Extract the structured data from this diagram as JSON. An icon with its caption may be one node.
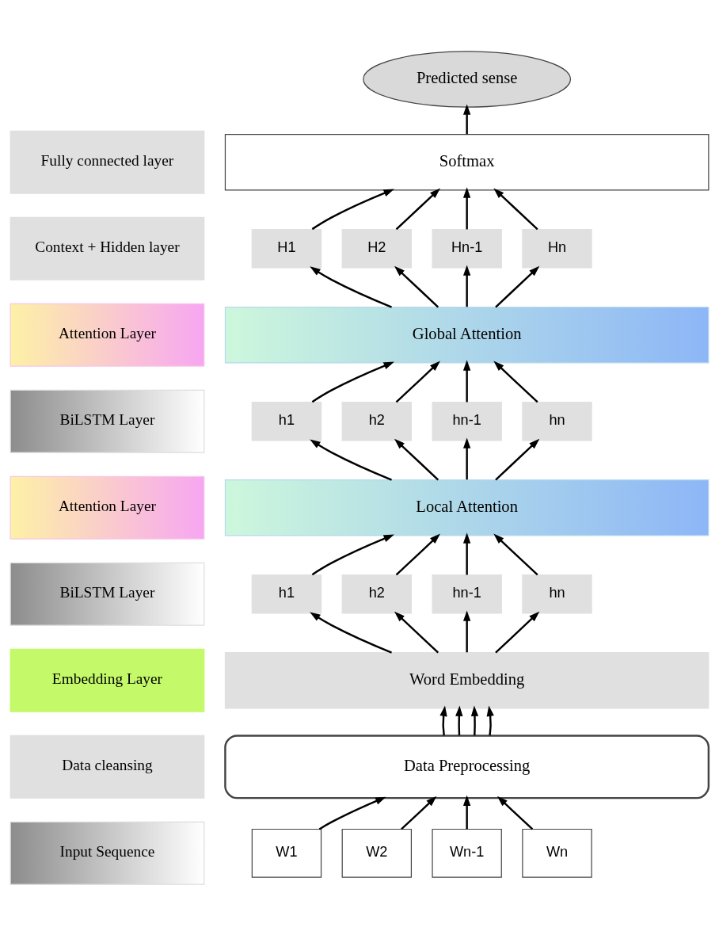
{
  "diagram": {
    "nodes": [
      {
        "text": [
          "Predicted sense"
        ]
      },
      {
        "text": [
          "Fully connected layer"
        ]
      },
      {
        "text": [
          "Softmax"
        ]
      },
      {
        "text": [
          "Context + Hidden layer"
        ]
      },
      {
        "text": [
          "H1"
        ]
      },
      {
        "text": [
          "H2"
        ]
      },
      {
        "text": [
          "Hn-1"
        ]
      },
      {
        "text": [
          "Hn"
        ]
      },
      {
        "text": [
          "Attention Layer"
        ]
      },
      {
        "text": [
          "Global Attention"
        ]
      },
      {
        "text": [
          "BiLSTM Layer"
        ]
      },
      {
        "text": [
          "h1"
        ]
      },
      {
        "text": [
          "h2"
        ]
      },
      {
        "text": [
          "hn-1"
        ]
      },
      {
        "text": [
          "hn"
        ]
      },
      {
        "text": [
          "Attention Layer"
        ]
      },
      {
        "text": [
          "Local Attention"
        ]
      },
      {
        "text": [
          "BiLSTM Layer"
        ]
      },
      {
        "text": [
          "h1"
        ]
      },
      {
        "text": [
          "h2"
        ]
      },
      {
        "text": [
          "hn-1"
        ]
      },
      {
        "text": [
          "hn"
        ]
      },
      {
        "text": [
          "Embedding Layer"
        ]
      },
      {
        "text": [
          "Word Embedding"
        ]
      },
      {
        "text": [
          "Data cleansing"
        ]
      },
      {
        "text": [
          "Data Preprocessing"
        ]
      },
      {
        "text": [
          "Input Sequence"
        ]
      },
      {
        "text": [
          "W1"
        ]
      },
      {
        "text": [
          "W2"
        ]
      },
      {
        "text": [
          "Wn-1"
        ]
      },
      {
        "text": [
          "Wn"
        ]
      }
    ],
    "edges": [
      {
        "from": 2,
        "to": 0,
        "arrow": "to"
      },
      {
        "from": 4,
        "to": 2,
        "arrow": "to"
      },
      {
        "from": 5,
        "to": 2,
        "arrow": "to"
      },
      {
        "from": 6,
        "to": 2,
        "arrow": "to"
      },
      {
        "from": 7,
        "to": 2,
        "arrow": "to"
      },
      {
        "from": 9,
        "to": 4,
        "arrow": "to"
      },
      {
        "from": 9,
        "to": 5,
        "arrow": "to"
      },
      {
        "from": 9,
        "to": 6,
        "arrow": "to"
      },
      {
        "from": 9,
        "to": 7,
        "arrow": "to"
      },
      {
        "from": 11,
        "to": 9,
        "arrow": "to"
      },
      {
        "from": 12,
        "to": 9,
        "arrow": "to"
      },
      {
        "from": 13,
        "to": 9,
        "arrow": "to"
      },
      {
        "from": 14,
        "to": 9,
        "arrow": "to"
      },
      {
        "from": 16,
        "to": 11,
        "arrow": "to"
      },
      {
        "from": 16,
        "to": 12,
        "arrow": "to"
      },
      {
        "from": 16,
        "to": 13,
        "arrow": "to"
      },
      {
        "from": 16,
        "to": 14,
        "arrow": "to"
      },
      {
        "from": 18,
        "to": 16,
        "arrow": "to"
      },
      {
        "from": 19,
        "to": 16,
        "arrow": "to"
      },
      {
        "from": 20,
        "to": 16,
        "arrow": "to"
      },
      {
        "from": 21,
        "to": 16,
        "arrow": "to"
      },
      {
        "from": 23,
        "to": 18,
        "arrow": "to"
      },
      {
        "from": 23,
        "to": 19,
        "arrow": "to"
      },
      {
        "from": 23,
        "to": 20,
        "arrow": "to"
      },
      {
        "from": 23,
        "to": 21,
        "arrow": "to"
      },
      {
        "from": 25,
        "to": 23,
        "arrow": "to"
      },
      {
        "from": 25,
        "to": 23,
        "arrow": "to"
      },
      {
        "from": 25,
        "to": 23,
        "arrow": "to"
      },
      {
        "from": 25,
        "to": 23,
        "arrow": "to"
      },
      {
        "from": 27,
        "to": 25,
        "arrow": "to"
      },
      {
        "from": 28,
        "to": 25,
        "arrow": "to"
      },
      {
        "from": 29,
        "to": 25,
        "arrow": "to"
      },
      {
        "from": 30,
        "to": 25,
        "arrow": "to"
      }
    ]
  }
}
